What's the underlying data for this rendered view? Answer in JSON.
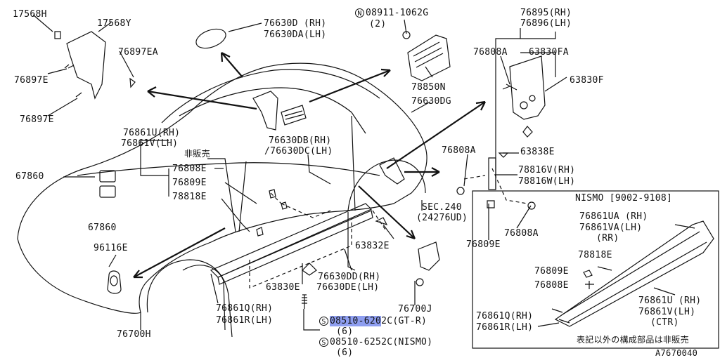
{
  "diagram_code": "A7670040",
  "labels": {
    "l17568H": "17568H",
    "l17568Y": "17568Y",
    "l76897EA": "76897EA",
    "l76897E_a": "76897E",
    "l76897E_b": "76897E",
    "l76630D": "76630D (RH)",
    "l76630DA": "76630DA(LH)",
    "l08911": "08911-1062G",
    "l08911_qty": "(2)",
    "l78850N": "78850N",
    "l76630DG": "76630DG",
    "l76895": "76895(RH)",
    "l76896": "76896(LH)",
    "l76808A_top": "76808A",
    "l63830FA": "63830FA",
    "l63830F": "63830F",
    "l76861U_main": "76861U(RH)",
    "l76861V_main": "76861V(LH)",
    "l_hihanbai": "非販売",
    "l76808E": "76808E",
    "l76809E": "76809E",
    "l78818E": "78818E",
    "l67860_top": "67860",
    "l67860_bot": "67860",
    "l96116E": "96116E",
    "l76630DB": "76630DB(RH)",
    "l76630DC": "/76630DC(LH)",
    "l76808A_mid": "76808A",
    "l63838E": "63838E",
    "l78816V": "78816V(RH)",
    "l78816W": "78816W(LH)",
    "l_sec240": "SEC.240",
    "l_24276UD": "(24276UD)",
    "l63832E": "63832E",
    "l76808A_low": "76808A",
    "l76809E_low": "76809E",
    "l76630DD": "76630DD(RH)",
    "l76630DE": "76630DE(LH)",
    "l63830E": "63830E",
    "l76700J": "76700J",
    "l76861Q_main": "76861Q(RH)",
    "l76861R_main": "76861R(LH)",
    "l76700H": "76700H",
    "l08510_6202_hl": "08510-620",
    "l08510_6202_rest": "2C(GT-R)",
    "l08510_6202_qty": "(6)",
    "l08510_6252": "08510-6252C(NISMO)",
    "l08510_6252_qty": "(6)",
    "nismo_title": "NISMO [9002-9108]",
    "n76861UA": "76861UA (RH)",
    "n76861VA": "76861VA(LH)",
    "n_rr": "(RR)",
    "n78818E": "78818E",
    "n76809E": "76809E",
    "n76808E": "76808E",
    "n76861U": "76861U (RH)",
    "n76861V": "76861V(LH)",
    "n_ctr": "(CTR)",
    "n76861Q": "76861Q(RH)",
    "n76861R": "76861R(LH)",
    "n_note": "表記以外の構成部品は非販売"
  },
  "symbols": {
    "n": "N",
    "s": "S"
  }
}
